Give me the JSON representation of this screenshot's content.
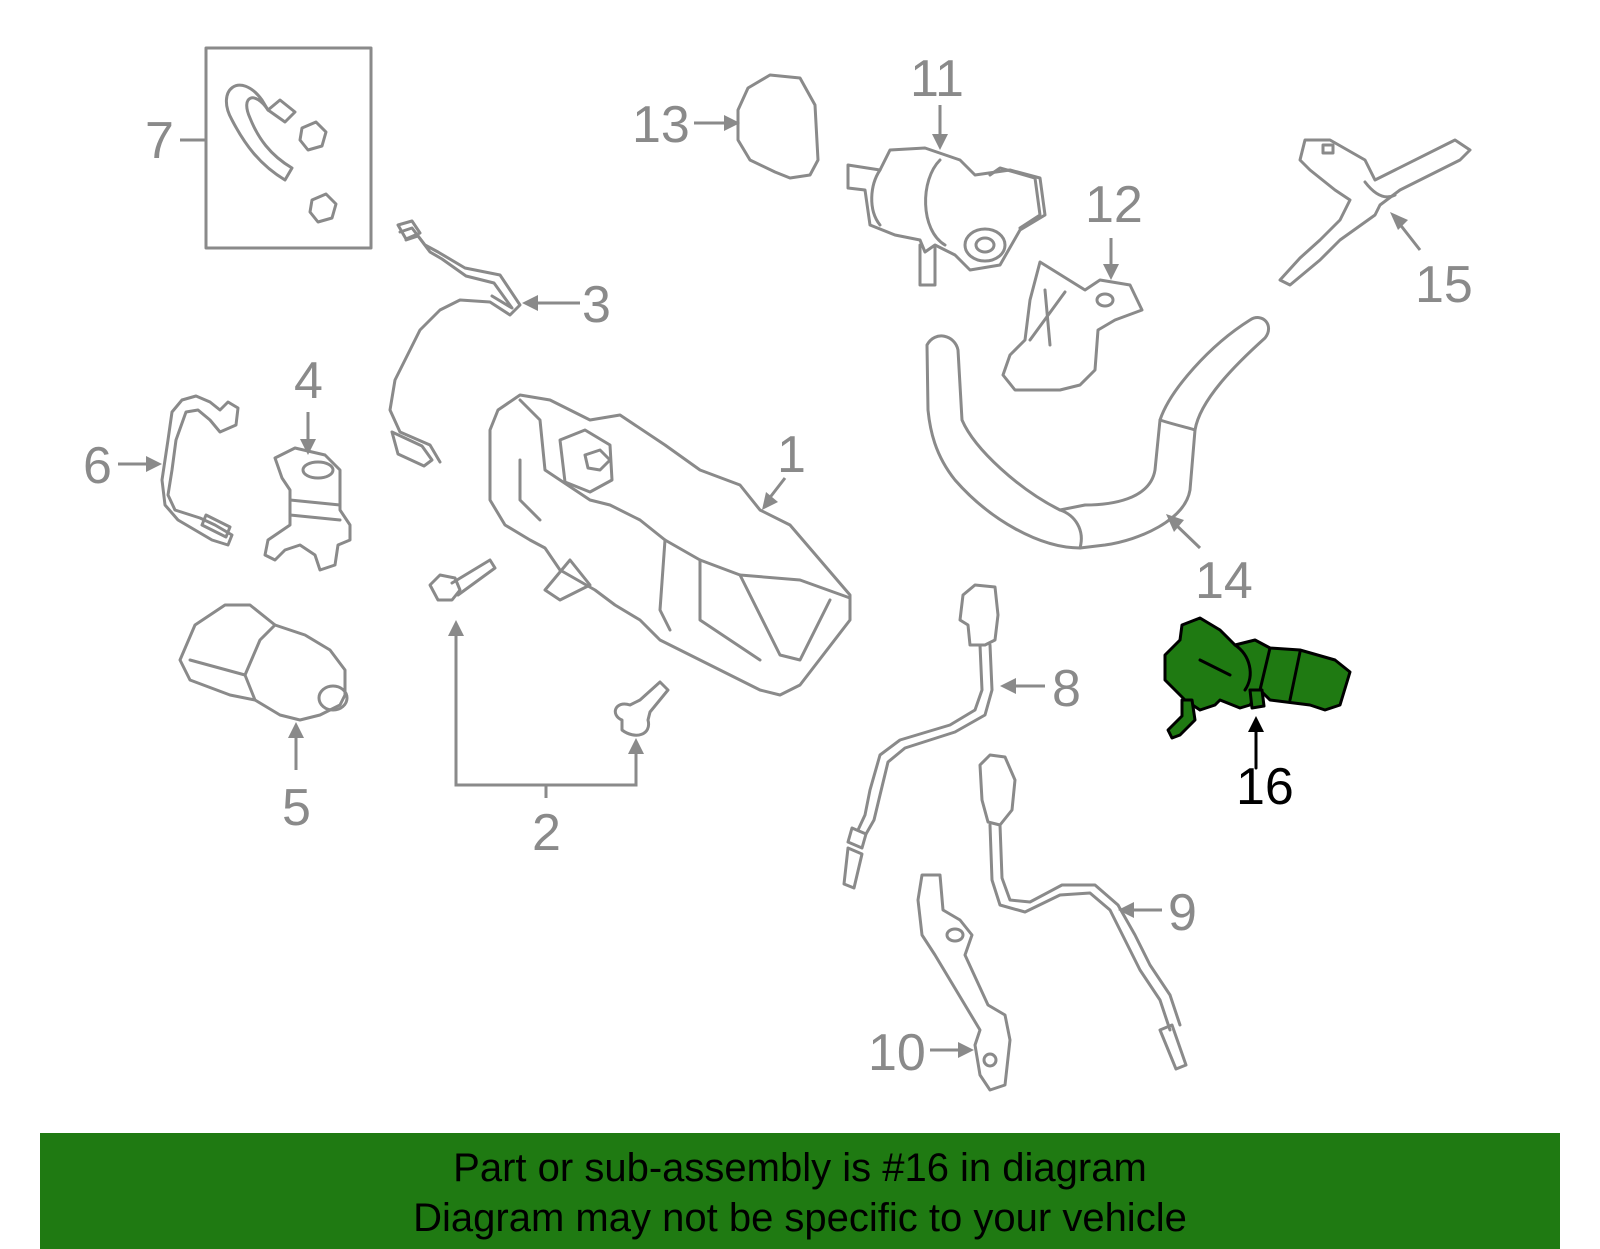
{
  "diagram": {
    "highlighted_part": "16",
    "colors": {
      "part_outline": "#8a8a8a",
      "highlight_fill": "#1f7a12",
      "banner_background": "#1f7a12"
    },
    "callouts": [
      {
        "id": "1",
        "label": "1"
      },
      {
        "id": "2",
        "label": "2"
      },
      {
        "id": "3",
        "label": "3"
      },
      {
        "id": "4",
        "label": "4"
      },
      {
        "id": "5",
        "label": "5"
      },
      {
        "id": "6",
        "label": "6"
      },
      {
        "id": "7",
        "label": "7"
      },
      {
        "id": "8",
        "label": "8"
      },
      {
        "id": "9",
        "label": "9"
      },
      {
        "id": "10",
        "label": "10"
      },
      {
        "id": "11",
        "label": "11"
      },
      {
        "id": "12",
        "label": "12"
      },
      {
        "id": "13",
        "label": "13"
      },
      {
        "id": "14",
        "label": "14"
      },
      {
        "id": "15",
        "label": "15"
      },
      {
        "id": "16",
        "label": "16"
      }
    ]
  },
  "banner": {
    "line1": "Part or sub-assembly is #16 in diagram",
    "line2": "Diagram may not be specific to your vehicle"
  }
}
